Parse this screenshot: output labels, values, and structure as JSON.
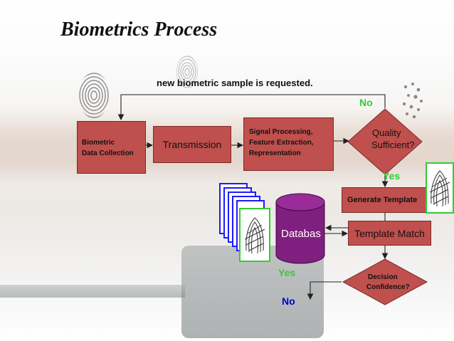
{
  "slide": {
    "title": "Biometrics Process",
    "note": "new biometric sample is requested."
  },
  "nodes": {
    "collection_line1": "Biometric",
    "collection_line2": "Data Collection",
    "transmission": "Transmission",
    "signal_line1": "Signal Processing,",
    "signal_line2": "Feature Extraction,",
    "signal_line3": "Representation",
    "quality_line1": "Quality",
    "quality_line2": "Sufficient?",
    "generate": "Generate Template",
    "match": "Template Match",
    "database": "Databas",
    "decision_line1": "Decision",
    "decision_line2": "Confidence?"
  },
  "labels": {
    "quality_no": "No",
    "quality_yes": "Yes",
    "decision_yes": "Yes",
    "decision_no": "No"
  },
  "colors": {
    "process_box": "#c0504d",
    "database": "#7f1f7f",
    "label_green": "#33cc33",
    "label_blue": "#0000cc",
    "stack_border": "#1a1aff",
    "highlight_border": "#33cc33"
  },
  "icons": [
    "fingerprint-image",
    "database-cylinder"
  ]
}
